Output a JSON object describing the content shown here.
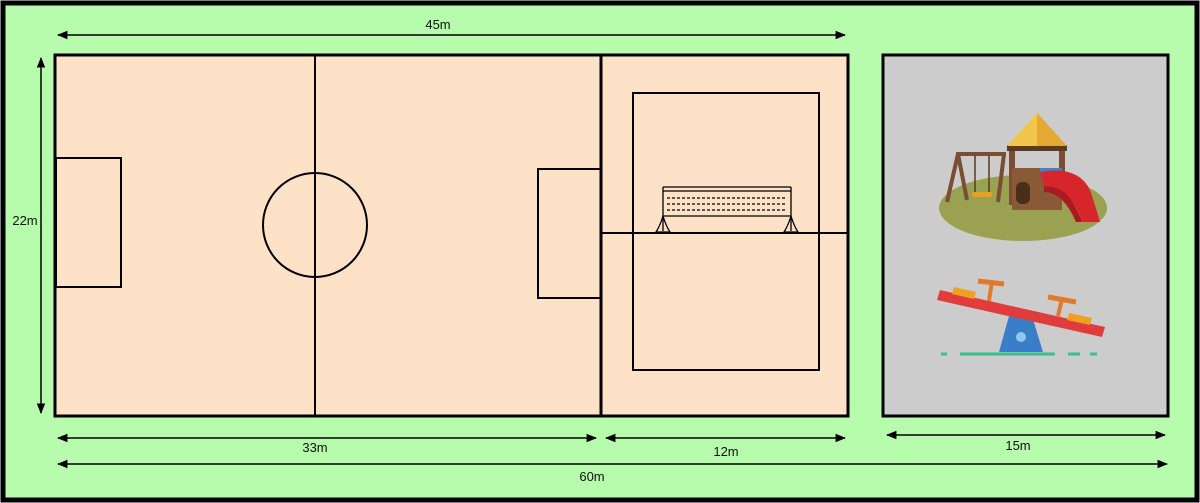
{
  "colors": {
    "grass": "#b6fcac",
    "field": "#fde2c8",
    "playground": "#cccccc",
    "line": "#000000"
  },
  "dimensions": {
    "top_total": "45m",
    "height": "22m",
    "football_length": "33m",
    "volleyball_length": "12m",
    "playground_length": "15m",
    "overall_length": "60m"
  },
  "icons": {
    "net": "volleyball-net-icon",
    "play_structure": "playground-structure-icon",
    "seesaw": "seesaw-icon"
  }
}
